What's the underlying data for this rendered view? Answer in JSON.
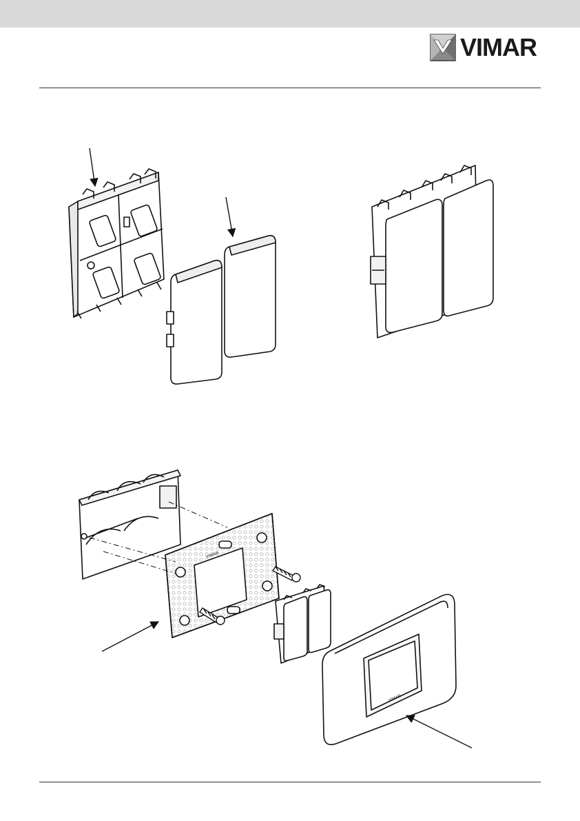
{
  "header": {
    "band_color": "#d9d9d9"
  },
  "brand": {
    "name": "VIMAR",
    "logo_icon": "vimar-emblem-icon",
    "color": "#1a1a1a"
  },
  "figures": {
    "top": {
      "parts": [
        "mechanism-frame",
        "rocker-button-left",
        "rocker-button-right",
        "assembled-device"
      ]
    },
    "bottom": {
      "parts": [
        "flush-box",
        "mounting-frame",
        "fixing-screw",
        "fixing-screw",
        "device",
        "cover-plate"
      ]
    },
    "frame_marking": "VIMAR",
    "plate_marking": "VIMAR"
  }
}
